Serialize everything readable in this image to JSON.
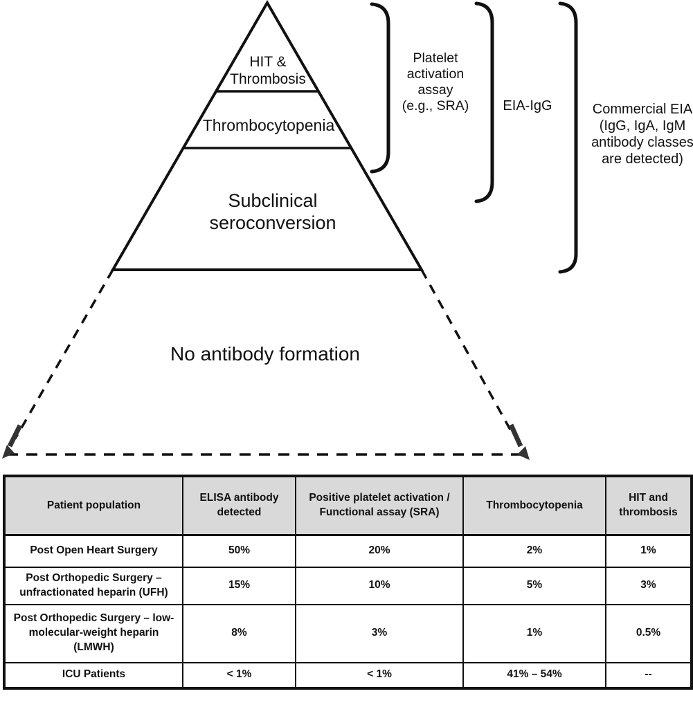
{
  "figure_type": "HIT iceberg diagram with incidence table",
  "colors": {
    "background": "#ffffff",
    "line": "#111111",
    "arrow": "#333333",
    "table_header_bg": "#d9d9d9"
  },
  "pyramid": {
    "tiers": [
      {
        "name": "hit-and-thrombosis",
        "lines": [
          "HIT &",
          "Thrombosis"
        ]
      },
      {
        "name": "thrombocytopenia",
        "lines": [
          "Thrombocytopenia"
        ]
      },
      {
        "name": "subclinical-seroconversion",
        "lines": [
          "Subclinical",
          "seroconversion"
        ]
      },
      {
        "name": "no-antibody-formation",
        "lines": [
          "No antibody formation"
        ]
      }
    ]
  },
  "brackets": [
    {
      "name": "platelet-activation-assay",
      "lines": [
        "Platelet",
        "activation",
        "assay",
        "(e.g., SRA)"
      ]
    },
    {
      "name": "eia-igg",
      "lines": [
        "EIA-IgG"
      ]
    },
    {
      "name": "commercial-eia",
      "lines": [
        "Commercial EIA",
        "(IgG, IgA, IgM",
        "antibody classes",
        "are detected)"
      ]
    }
  ],
  "table": {
    "headers": [
      "Patient population",
      "ELISA antibody detected",
      "Positive platelet activation / Functional assay (SRA)",
      "Thrombocytopenia",
      "HIT and thrombosis"
    ],
    "rows": [
      {
        "cells": [
          "Post Open Heart Surgery",
          "50%",
          "20%",
          "2%",
          "1%"
        ]
      },
      {
        "cells": [
          "Post Orthopedic Surgery – unfractionated heparin (UFH)",
          "15%",
          "10%",
          "5%",
          "3%"
        ]
      },
      {
        "cells": [
          "Post Orthopedic Surgery – low-molecular-weight heparin (LMWH)",
          "8%",
          "3%",
          "1%",
          "0.5%"
        ]
      },
      {
        "cells": [
          "ICU Patients",
          "< 1%",
          "< 1%",
          "41% – 54%",
          "--"
        ]
      }
    ]
  }
}
